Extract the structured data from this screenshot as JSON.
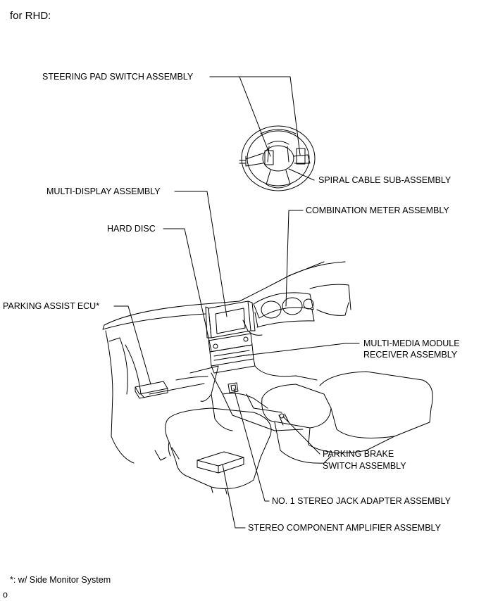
{
  "header": {
    "title": "for RHD:"
  },
  "labels": {
    "steering_pad": "STEERING PAD SWITCH ASSEMBLY",
    "spiral_cable": "SPIRAL CABLE SUB-ASSEMBLY",
    "multi_display": "MULTI-DISPLAY ASSEMBLY",
    "combination_meter": "COMBINATION METER ASSEMBLY",
    "hard_disc": "HARD DISC",
    "parking_assist_ecu": "PARKING ASSIST ECU*",
    "multi_media_line1": "MULTI-MEDIA MODULE",
    "multi_media_line2": "RECEIVER ASSEMBLY",
    "parking_brake_line1": "PARKING BRAKE",
    "parking_brake_line2": "SWITCH ASSEMBLY",
    "stereo_jack": "NO. 1 STEREO JACK ADAPTER ASSEMBLY",
    "stereo_amp": "STEREO COMPONENT AMPLIFIER ASSEMBLY"
  },
  "footnote": "*: w/ Side Monitor System",
  "figure_code": "o"
}
